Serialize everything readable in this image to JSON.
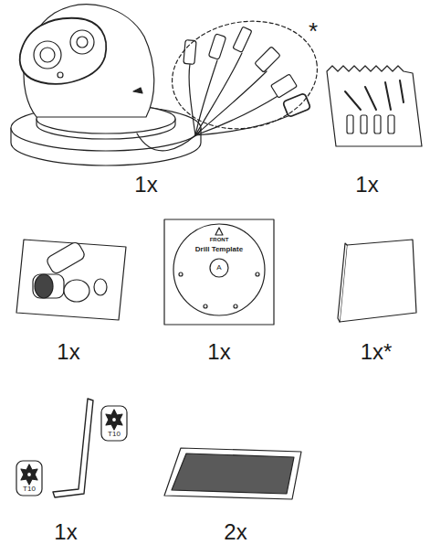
{
  "diagram": {
    "labels": [
      "1x",
      "*",
      "1x",
      "FRONT",
      "Drill Template",
      "A",
      "1x",
      "1x",
      "1x*",
      "T10",
      "T10",
      "1x",
      "2x"
    ]
  }
}
